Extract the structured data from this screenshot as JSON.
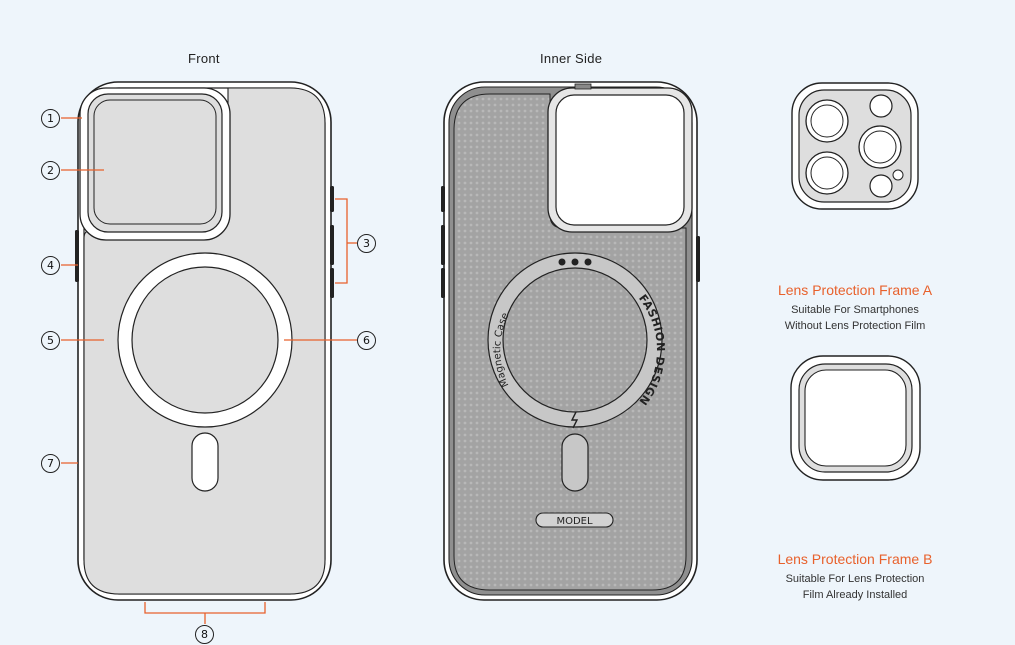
{
  "headings": {
    "front": "Front",
    "inner_side": "Inner Side"
  },
  "callouts": [
    "1",
    "2",
    "3",
    "4",
    "5",
    "6",
    "7",
    "8"
  ],
  "inner_ring": {
    "left_text": "Magnetic Case",
    "right_text": "FASHION DESIGN",
    "model_label": "MODEL"
  },
  "frame_a": {
    "title": "Lens Protection Frame A",
    "desc_line1": "Suitable For Smartphones",
    "desc_line2": "Without Lens Protection Film"
  },
  "frame_b": {
    "title": "Lens Protection Frame B",
    "desc_line1": "Suitable For Lens Protection",
    "desc_line2": "Film Already Installed"
  },
  "colors": {
    "background": "#eef5fb",
    "accent": "#e8612c",
    "callout_line": "#e8612c",
    "case_fill": "#dedede",
    "inner_fill": "#9a9a9a"
  }
}
